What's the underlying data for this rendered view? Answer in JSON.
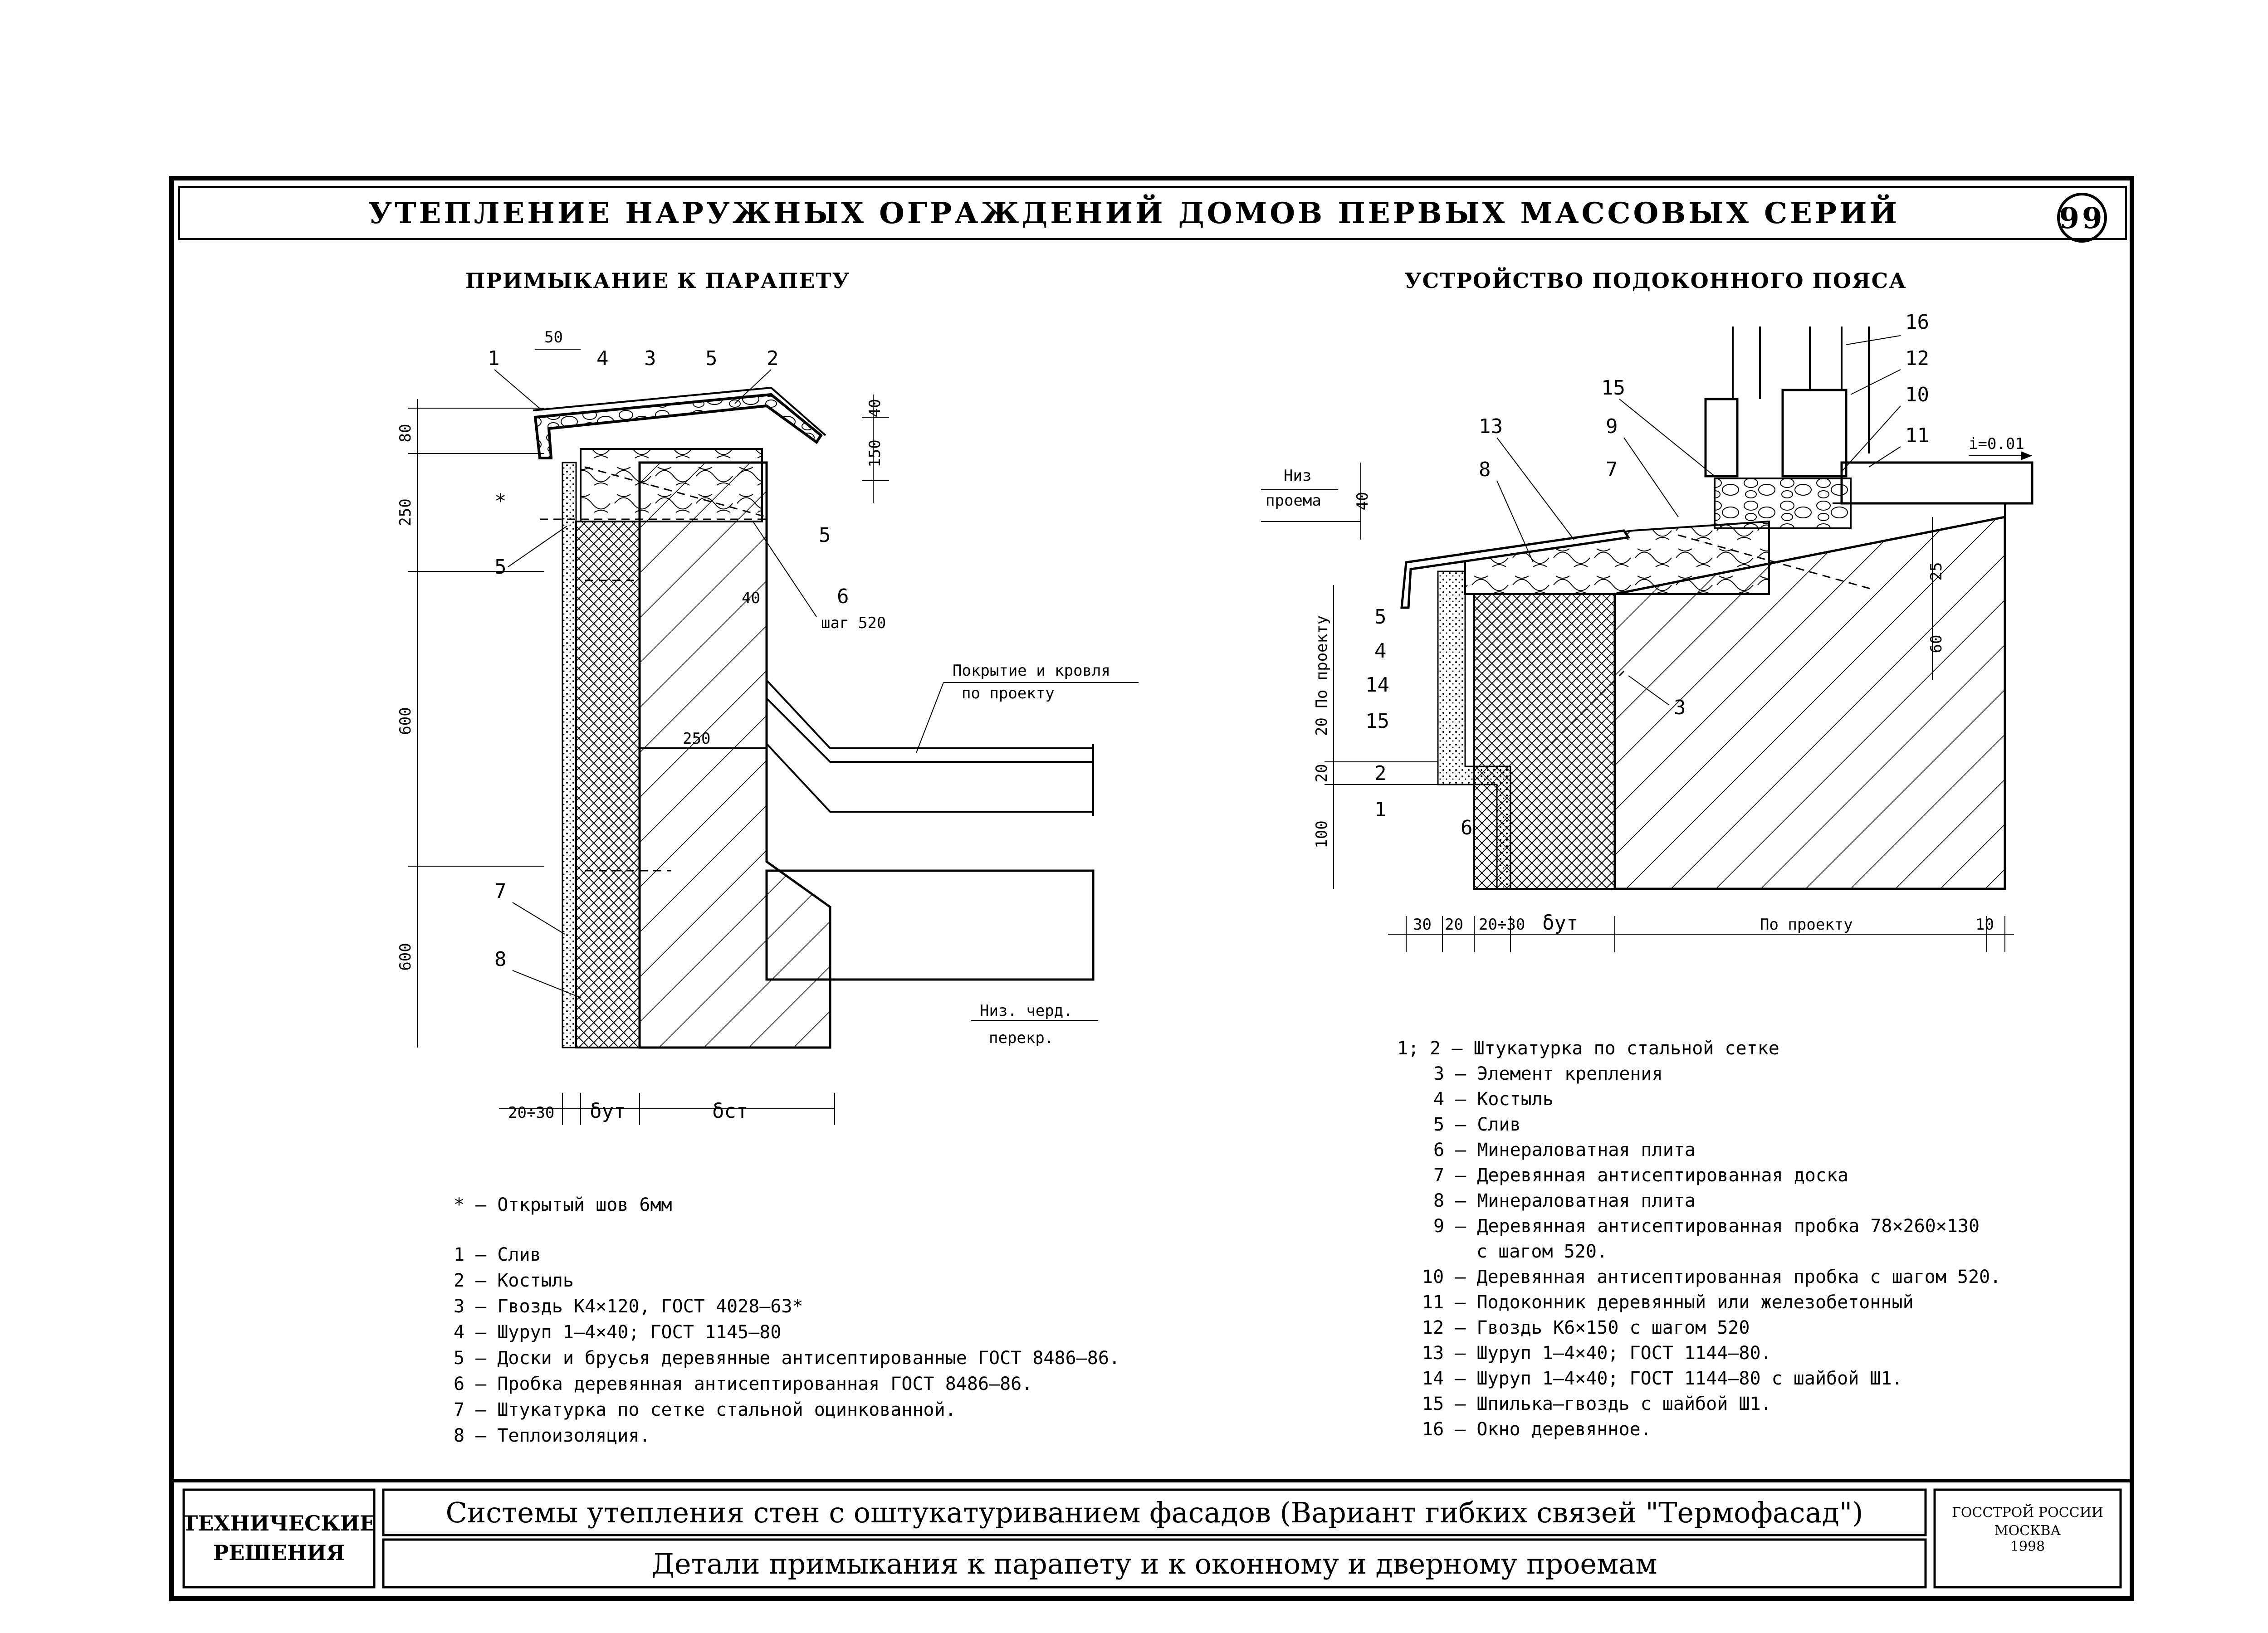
{
  "sheet": {
    "header_title": "УТЕПЛЕНИЕ НАРУЖНЫХ ОГРАЖДЕНИЙ ДОМОВ ПЕРВЫХ МАССОВЫХ СЕРИЙ",
    "page_number": "99"
  },
  "left_detail": {
    "title": "ПРИМЫКАНИЕ К ПАРАПЕТУ",
    "callouts": [
      "1",
      "4",
      "3",
      "5",
      "2",
      "*",
      "5",
      "5",
      "6",
      "7",
      "8"
    ],
    "step_note": "шаг 520",
    "dims": [
      "50",
      "80",
      "250",
      "600",
      "600",
      "40",
      "150",
      "40",
      "250",
      "20÷30",
      "δут",
      "δст"
    ],
    "roof_note_1": "Покрытие и кровля",
    "roof_note_2": "по проекту",
    "floor_note_1": "Низ. черд.",
    "floor_note_2": "перекр.",
    "footnote": "* – Открытый шов 6мм",
    "legend": [
      "1 – Слив",
      "2 – Костыль",
      "3 – Гвоздь К4×120, ГОСТ 4028–63*",
      "4 – Шуруп 1–4×40; ГОСТ 1145–80",
      "5 – Доски и брусья деревянные антисептированные ГОСТ 8486–86.",
      "6 – Пробка деревянная антисептированная ГОСТ 8486–86.",
      "7 – Штукатурка по сетке стальной оцинкованной.",
      "8 – Теплоизоляция."
    ]
  },
  "right_detail": {
    "title": "УСТРОЙСТВО ПОДОКОННОГО ПОЯСА",
    "callouts": [
      "16",
      "12",
      "10",
      "11",
      "15",
      "9",
      "13",
      "7",
      "8",
      "5",
      "4",
      "14",
      "15",
      "2",
      "1",
      "6",
      "3"
    ],
    "slope": "i=0.01",
    "opening_note_1": "Низ",
    "opening_note_2": "проема",
    "dims": [
      "40",
      "25",
      "60",
      "20 По проекту",
      "20",
      "100",
      "30",
      "20",
      "20÷30",
      "δут",
      "По проекту",
      "10"
    ],
    "legend": [
      "1; 2 – Штукатурка по стальной сетке",
      "3 – Элемент крепления",
      "4 – Костыль",
      "5 – Слив",
      "6 – Минераловатная плита",
      "7 – Деревянная антисептированная доска",
      "8 – Минераловатная плита",
      "9 – Деревянная антисептированная пробка 78×260×130",
      "с шагом 520.",
      "10 – Деревянная антисептированная пробка с шагом 520.",
      "11 – Подоконник деревянный или железобетонный",
      "12 – Гвоздь К6×150 с шагом 520",
      "13 – Шуруп 1–4×40; ГОСТ 1144–80.",
      "14 – Шуруп 1–4×40; ГОСТ 1144–80 с шайбой Ш1.",
      "15 – Шпилька–гвоздь с шайбой Ш1.",
      "16 – Окно деревянное."
    ]
  },
  "title_block": {
    "category_1": "ТЕХНИЧЕСКИЕ",
    "category_2": "РЕШЕНИЯ",
    "system": "Системы утепления стен с оштукатуриванием фасадов (Вариант гибких связей \"Термофасад\")",
    "detail": "Детали примыкания к парапету и к оконному и дверному проемам",
    "org_1": "ГОССТРОЙ РОССИИ",
    "org_2": "МОСКВА",
    "year": "1998"
  }
}
